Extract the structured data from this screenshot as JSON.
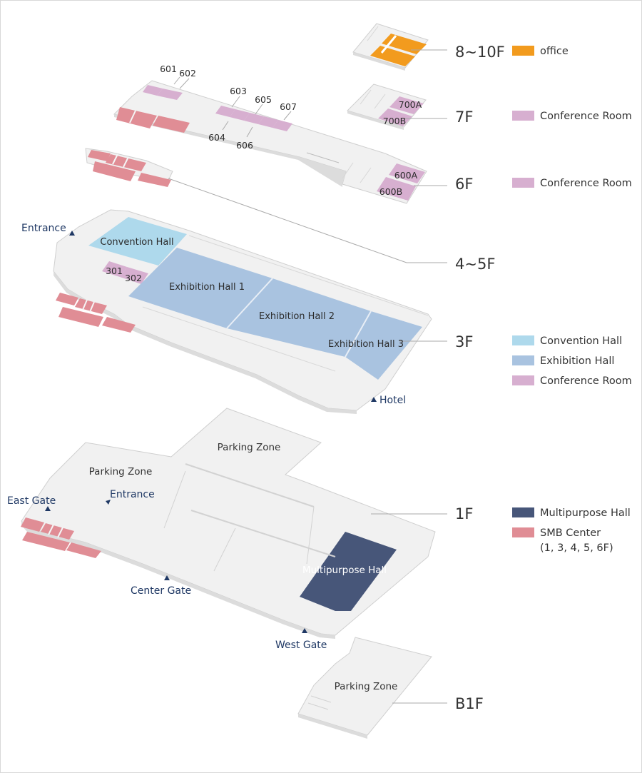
{
  "colors": {
    "office": "#f29b1e",
    "conference_room": "#d7afd0",
    "convention_hall": "#aed9ec",
    "exhibition_hall": "#a9c3e0",
    "multipurpose_hall": "#475679",
    "smb_center": "#e08d95",
    "floor_base": "#f1f1f1",
    "floor_edge": "#cfcfcf",
    "marker": "#1f3864"
  },
  "floors": {
    "f8_10": "8~10F",
    "f7": "7F",
    "f6": "6F",
    "f4_5": "4~5F",
    "f3": "3F",
    "f1": "1F",
    "b1": "B1F"
  },
  "legend": {
    "office": "office",
    "conference_7f": "Conference Room",
    "conference_6f": "Conference Room",
    "convention_hall": "Convention Hall",
    "exhibition_hall": "Exhibition Hall",
    "conference_3f": "Conference Room",
    "multipurpose_hall": "Multipurpose Hall",
    "smb_center": "SMB Center",
    "smb_center_note": "(1, 3, 4, 5, 6F)"
  },
  "rooms": {
    "r601": "601",
    "r602": "602",
    "r603": "603",
    "r604": "604",
    "r605": "605",
    "r606": "606",
    "r607": "607",
    "r700a": "700A",
    "r700b": "700B",
    "r600a": "600A",
    "r600b": "600B",
    "r301": "301",
    "r302": "302",
    "convention_hall": "Convention Hall",
    "exhibition_hall_1": "Exhibition Hall 1",
    "exhibition_hall_2": "Exhibition Hall 2",
    "exhibition_hall_3": "Exhibition Hall 3",
    "multipurpose_hall": "Multipurpose Hall",
    "parking_zone_1f_left": "Parking Zone",
    "parking_zone_1f_right": "Parking Zone",
    "parking_zone_b1": "Parking Zone"
  },
  "gates": {
    "entrance_3f": "Entrance",
    "hotel": "Hotel",
    "east_gate": "East Gate",
    "entrance_1f": "Entrance",
    "center_gate": "Center Gate",
    "west_gate": "West Gate"
  }
}
